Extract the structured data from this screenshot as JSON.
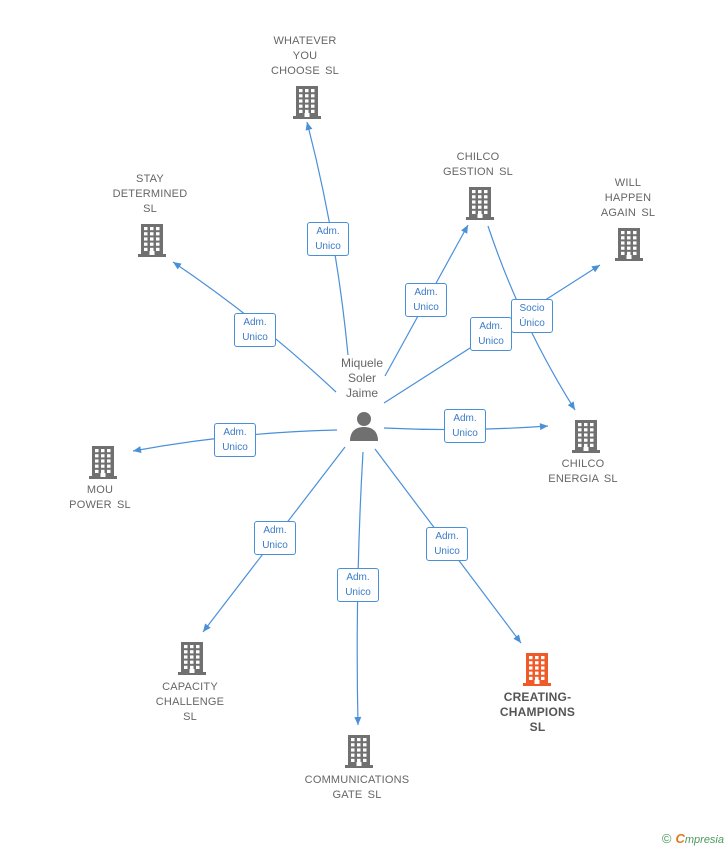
{
  "person": {
    "name": "Miquele\nSoler\nJaime"
  },
  "nodes": [
    {
      "id": "whatever",
      "label": "WHATEVER\nYOU\nCHOOSE  SL",
      "color": "#707070"
    },
    {
      "id": "stay",
      "label": "STAY\nDETERMINED\nSL",
      "color": "#707070"
    },
    {
      "id": "chilco_gestion",
      "label": "CHILCO\nGESTION  SL",
      "color": "#707070"
    },
    {
      "id": "will",
      "label": "WILL\nHAPPEN\nAGAIN  SL",
      "color": "#707070"
    },
    {
      "id": "chilco_energia",
      "label": "CHILCO\nENERGIA  SL",
      "color": "#707070"
    },
    {
      "id": "mou",
      "label": "MOU\nPOWER  SL",
      "color": "#707070"
    },
    {
      "id": "capacity",
      "label": "CAPACITY\nCHALLENGE\nSL",
      "color": "#707070"
    },
    {
      "id": "communications",
      "label": "COMMUNICATIONS\nGATE  SL",
      "color": "#707070"
    },
    {
      "id": "creating",
      "label": "CREATING-\nCHAMPIONS\nSL",
      "color": "#f05a28",
      "highlight": true
    }
  ],
  "edges": [
    {
      "from": "person",
      "to": "whatever",
      "label": "Adm.\nUnico"
    },
    {
      "from": "person",
      "to": "stay",
      "label": "Adm.\nUnico"
    },
    {
      "from": "person",
      "to": "chilco_gestion",
      "label": "Adm.\nUnico"
    },
    {
      "from": "person",
      "to": "will",
      "label": "Adm.\nUnico"
    },
    {
      "from": "chilco_gestion",
      "to": "chilco_energia",
      "label": "Socio\nÚnico"
    },
    {
      "from": "person",
      "to": "chilco_energia",
      "label": "Adm.\nUnico"
    },
    {
      "from": "person",
      "to": "mou",
      "label": "Adm.\nUnico"
    },
    {
      "from": "person",
      "to": "capacity",
      "label": "Adm.\nUnico"
    },
    {
      "from": "person",
      "to": "communications",
      "label": "Adm.\nUnico"
    },
    {
      "from": "person",
      "to": "creating",
      "label": "Adm.\nUnico"
    }
  ],
  "footer": {
    "copyright": "©",
    "brand_initial": "C",
    "brand_rest": "mpresia"
  },
  "colors": {
    "edge": "#4a90d9",
    "building": "#707070",
    "highlight": "#f05a28"
  }
}
